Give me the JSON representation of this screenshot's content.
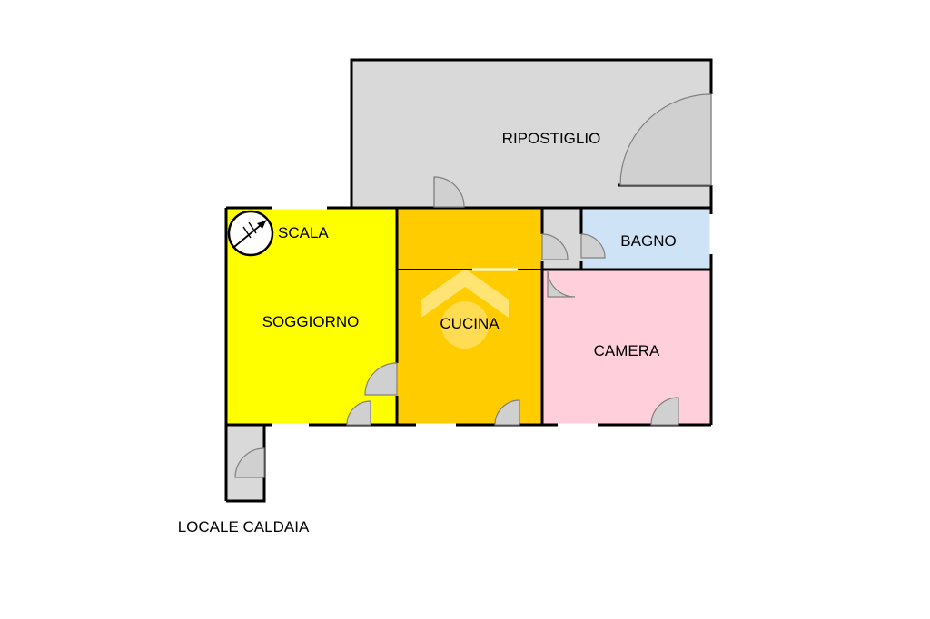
{
  "rooms": {
    "ripostiglio": {
      "label": "RIPOSTIGLIO",
      "color": "#d9d9d9"
    },
    "scala": {
      "label": "SCALA"
    },
    "soggiorno": {
      "label": "SOGGIORNO",
      "color": "#ffff00"
    },
    "cucina": {
      "label": "CUCINA",
      "color": "#ffcc00"
    },
    "bagno": {
      "label": "BAGNO",
      "color": "#cfe3f7"
    },
    "camera": {
      "label": "CAMERA",
      "color": "#ffd0dc"
    },
    "disimpegno": {
      "color": "#d9d9d9"
    },
    "locale_caldaia": {
      "label": "LOCALE CALDAIA",
      "color": "#d9d9d9"
    }
  },
  "icons": [
    "stair-compass-icon",
    "watermark-logo-icon"
  ]
}
